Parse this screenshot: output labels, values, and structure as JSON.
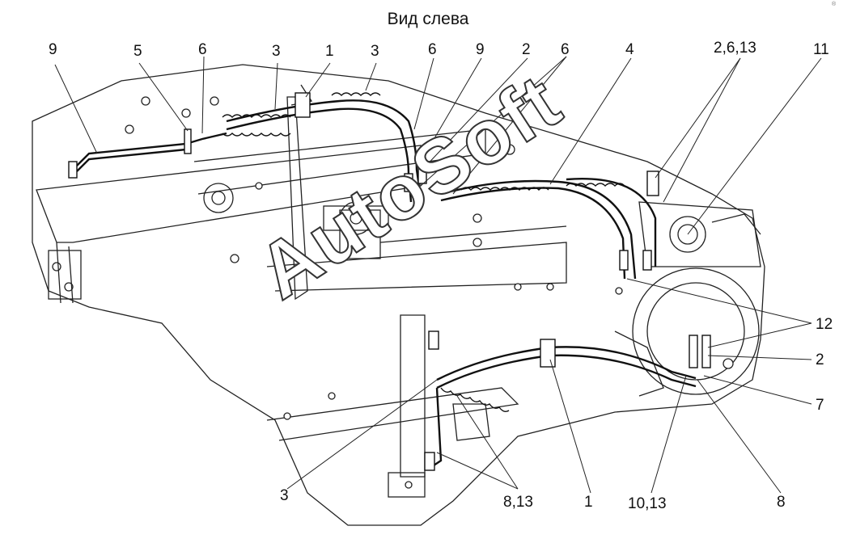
{
  "title": "Вид слева",
  "watermark": "AutoSoft",
  "corner_mark": "®",
  "callouts": {
    "top": [
      "9",
      "5",
      "6",
      "3",
      "1",
      "3",
      "6",
      "9",
      "2",
      "6",
      "4",
      "2,6,13",
      "11"
    ],
    "right": [
      "12",
      "2",
      "7"
    ],
    "bottom": [
      "3",
      "8,13",
      "1",
      "10,13",
      "8"
    ]
  }
}
